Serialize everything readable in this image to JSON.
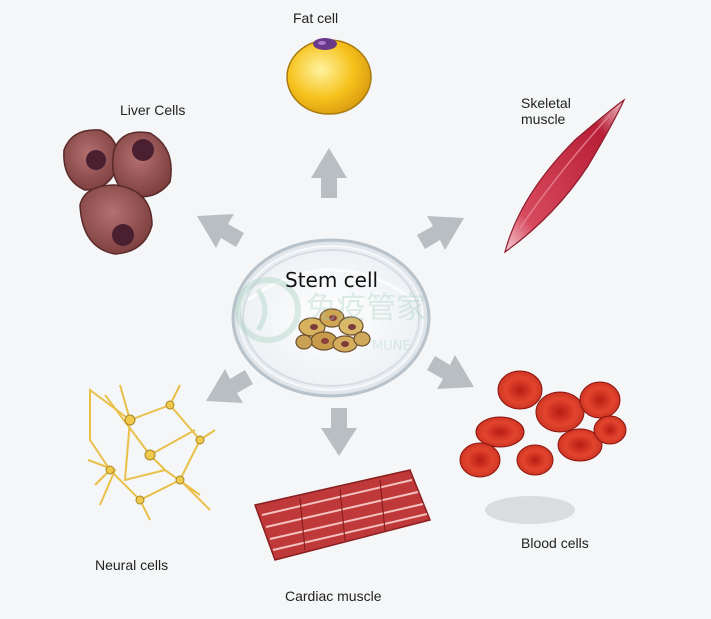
{
  "diagram": {
    "center_label": "Stem cell",
    "nodes": {
      "fat": "Fat cell",
      "skeletal_line1": "Skeletal",
      "skeletal_line2": "muscle",
      "liver": "Liver Cells",
      "neural": "Neural cells",
      "cardiac": "Cardiac muscle",
      "blood": "Blood cells"
    }
  },
  "watermark": {
    "chinese": "免疫管家",
    "latin": "MUNE"
  },
  "colors": {
    "background": "#f4f6f7",
    "arrow": "#b9bec2",
    "fat": "#f6c21c",
    "skeletal": "#c8283e",
    "liver": "#8c4a4a",
    "neural": "#e8c04a",
    "cardiac": "#c0393a",
    "blood": "#d83222",
    "watermark": "#9fcbb8"
  }
}
